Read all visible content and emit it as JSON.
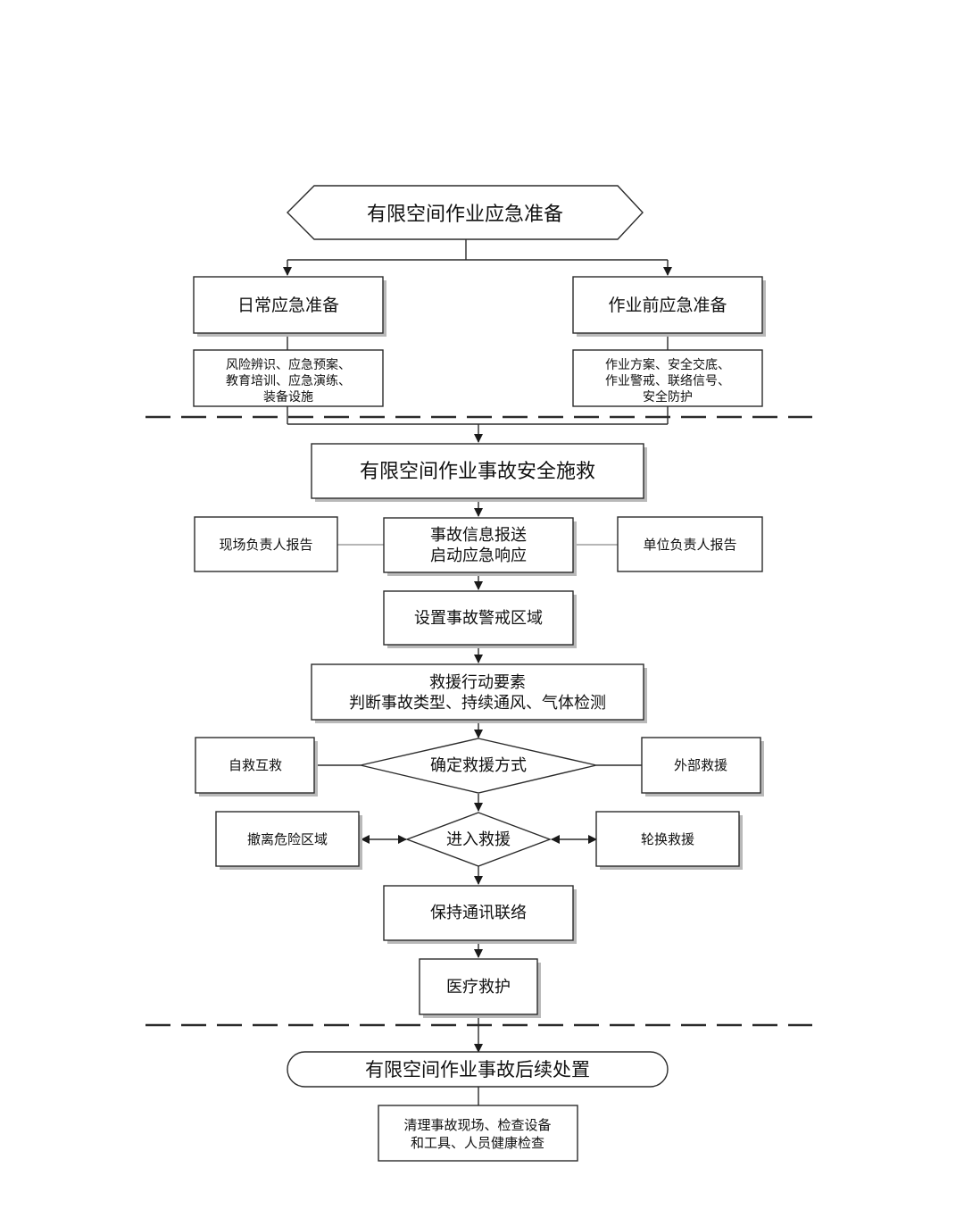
{
  "colors": {
    "stroke": "#2b2b2b",
    "text": "#111111",
    "background": "#ffffff"
  },
  "nodes": {
    "prep_title": "有限空间作业应急准备",
    "daily_prep": "日常应急准备",
    "prework_prep": "作业前应急准备",
    "daily_detail": [
      "风险辨识、应急预案、",
      "教育培训、应急演练、",
      "装备设施"
    ],
    "prework_detail": [
      "作业方案、安全交底、",
      "作业警戒、联络信号、",
      "安全防护"
    ],
    "rescue_title": "有限空间作业事故安全施救",
    "site_report": "现场负责人报告",
    "info_report": [
      "事故信息报送",
      "启动应急响应"
    ],
    "unit_report": "单位负责人报告",
    "warning_zone": "设置事故警戒区域",
    "rescue_elements": [
      "救援行动要素",
      "判断事故类型、持续通风、气体检测"
    ],
    "self_rescue": "自救互救",
    "decide_method": "确定救援方式",
    "external_rescue": "外部救援",
    "evacuate": "撤离危险区域",
    "enter_rescue": "进入救援",
    "rotate_rescue": "轮换救援",
    "keep_comm": "保持通讯联络",
    "medical": "医疗救护",
    "aftermath_title": "有限空间作业事故后续处置",
    "aftermath_detail": [
      "清理事故现场、检查设备",
      "和工具、人员健康检查"
    ]
  }
}
